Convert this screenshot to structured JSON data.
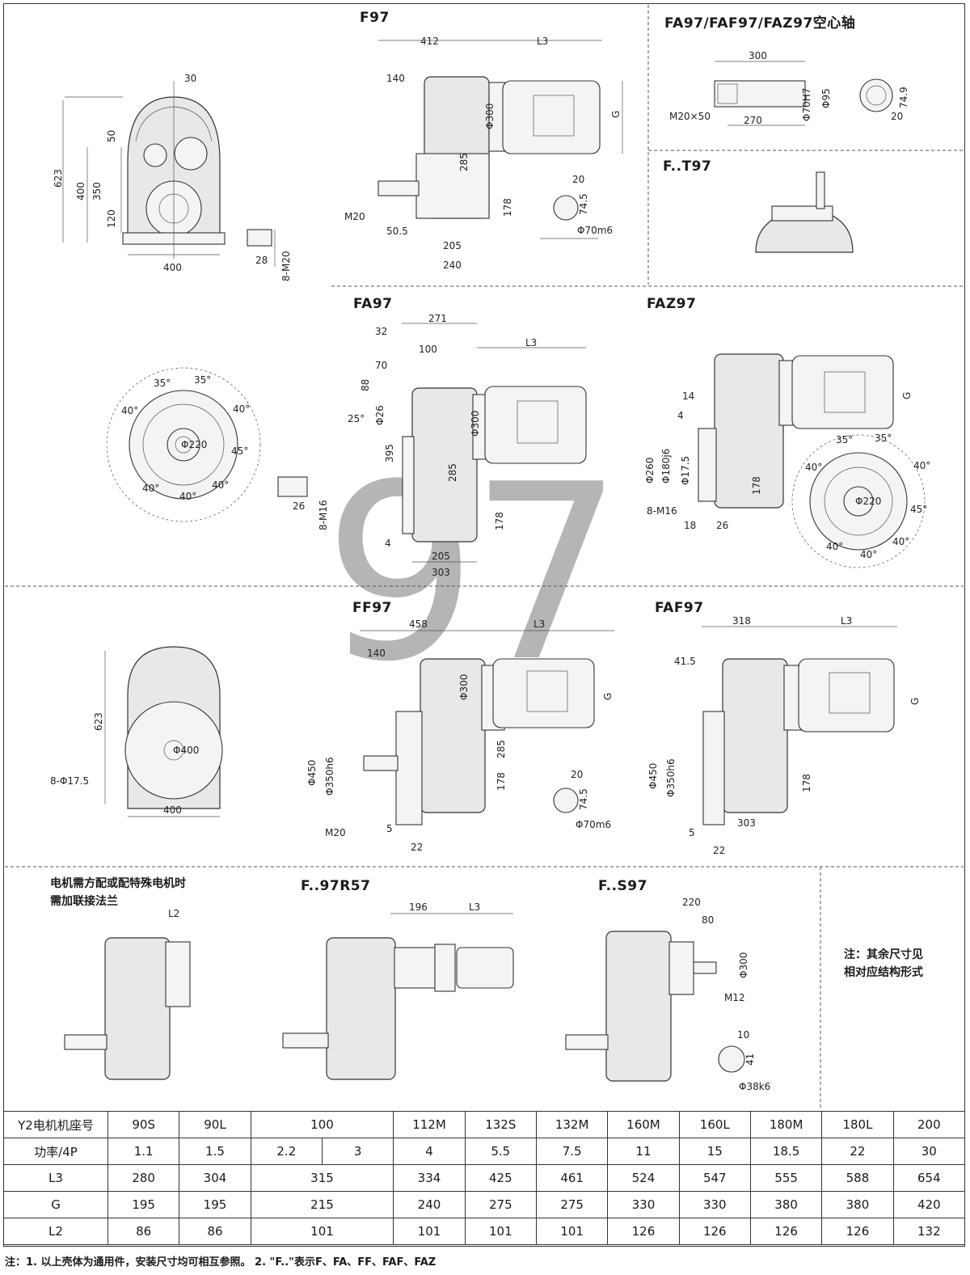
{
  "titles": {
    "f97": "F97",
    "fa97_hollow": "FA97/FAF97/FAZ97空心轴",
    "ft97": "F..T97",
    "fa97": "FA97",
    "faz97": "FAZ97",
    "ff97": "FF97",
    "faf97": "FAF97",
    "f97r57": "F..97R57",
    "fs97": "F..S97"
  },
  "watermark": "97",
  "dims": {
    "front_top": [
      "30",
      "50",
      "623",
      "400",
      "350",
      "120",
      "400",
      "28",
      "8-M20"
    ],
    "f97": [
      "412",
      "L3",
      "140",
      "Φ300",
      "G",
      "285",
      "M20",
      "178",
      "50.5",
      "205",
      "240",
      "20",
      "74.5",
      "Φ70m6"
    ],
    "hollow": [
      "300",
      "Φ70H7",
      "Φ95",
      "M20×50",
      "270",
      "74.9",
      "20"
    ],
    "fa_front": [
      "35°",
      "35°",
      "40°",
      "40°",
      "Φ220",
      "45°",
      "40°",
      "40°",
      "40°",
      "26",
      "8-M16"
    ],
    "fa97": [
      "271",
      "32",
      "100",
      "L3",
      "70",
      "88",
      "25°",
      "Φ26",
      "Φ300",
      "395",
      "285",
      "178",
      "4",
      "205",
      "303"
    ],
    "faz97": [
      "G",
      "14",
      "4",
      "Φ260",
      "Φ180j6",
      "Φ17.5",
      "8-M16",
      "178",
      "18",
      "26",
      "35°",
      "35°",
      "40°",
      "40°",
      "Φ220",
      "45°",
      "40°",
      "40°",
      "40°"
    ],
    "ff_front": [
      "623",
      "Φ400",
      "8-Φ17.5",
      "400"
    ],
    "ff97": [
      "458",
      "L3",
      "140",
      "Φ300",
      "G",
      "Φ450",
      "Φ350h6",
      "285",
      "178",
      "M20",
      "5",
      "22",
      "20",
      "74.5",
      "Φ70m6"
    ],
    "faf97": [
      "318",
      "L3",
      "41.5",
      "G",
      "Φ450",
      "Φ350h6",
      "303",
      "178",
      "5",
      "22"
    ],
    "l2": [
      "L2"
    ],
    "r57": [
      "196",
      "L3"
    ],
    "s97": [
      "220",
      "80",
      "Φ300",
      "M12",
      "10",
      "41",
      "Φ38k6"
    ]
  },
  "notes": {
    "flange_line1": "电机需方配或配特殊电机时",
    "flange_line2": "需加联接法兰",
    "other_line1": "注：其余尺寸见",
    "other_line2": "相对应结构形式"
  },
  "table": {
    "rows": [
      {
        "label": "Y2电机机座号",
        "cells": [
          "90S",
          "90L",
          "100",
          "112M",
          "132S",
          "132M",
          "160M",
          "160L",
          "180M",
          "180L",
          "200"
        ]
      },
      {
        "label": "功率/4P",
        "cells": [
          "1.1",
          "1.5",
          "2.2",
          "3",
          "4",
          "5.5",
          "7.5",
          "11",
          "15",
          "18.5",
          "22",
          "30"
        ]
      },
      {
        "label": "L3",
        "cells": [
          "280",
          "304",
          "315",
          "334",
          "425",
          "461",
          "524",
          "547",
          "555",
          "588",
          "654"
        ]
      },
      {
        "label": "G",
        "cells": [
          "195",
          "195",
          "215",
          "240",
          "275",
          "275",
          "330",
          "330",
          "380",
          "380",
          "420"
        ]
      },
      {
        "label": "L2",
        "cells": [
          "86",
          "86",
          "101",
          "101",
          "101",
          "101",
          "126",
          "126",
          "126",
          "126",
          "132"
        ]
      }
    ]
  },
  "footer": "注：1. 以上壳体为通用件，安装尺寸均可相互参照。    2. \"F..\"表示F、FA、FF、FAF、FAZ"
}
